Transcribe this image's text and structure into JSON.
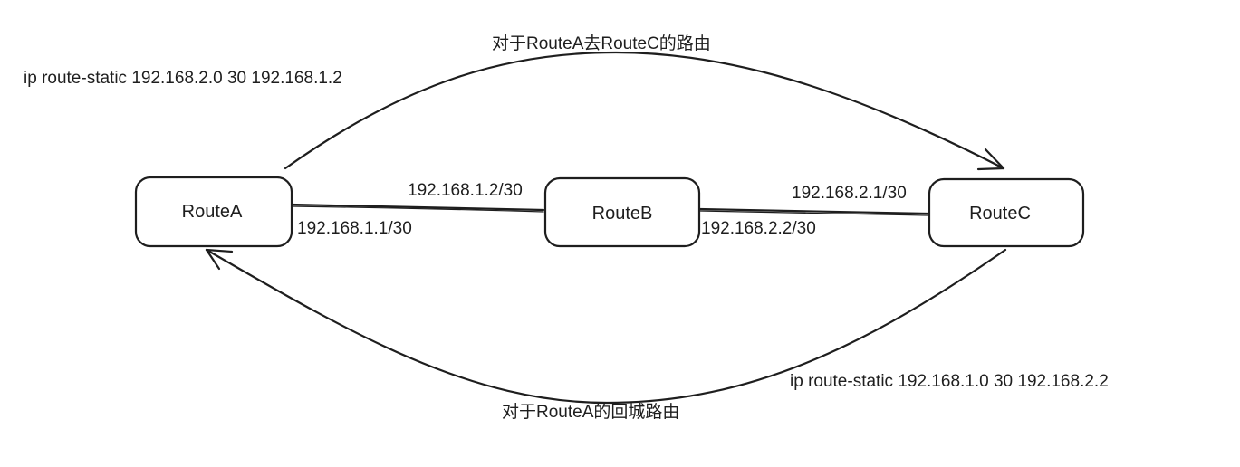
{
  "nodes": [
    {
      "id": "route-a",
      "label": "RouteA"
    },
    {
      "id": "route-b",
      "label": "RouteB"
    },
    {
      "id": "route-c",
      "label": "RouteC"
    }
  ],
  "links": {
    "a_b": {
      "a_side_ip": "192.168.1.1/30",
      "b_side_ip": "192.168.1.2/30"
    },
    "b_c": {
      "b_side_ip": "192.168.2.2/30",
      "c_side_ip": "192.168.2.1/30"
    }
  },
  "routes": {
    "forward": {
      "caption": "对于RouteA去RouteC的路由",
      "command": "ip route-static 192.168.2.0 30 192.168.1.2"
    },
    "return": {
      "caption": "对于RouteA的回城路由",
      "command": "ip route-static 192.168.1.0 30 192.168.2.2"
    }
  },
  "colors": {
    "stroke": "#1e1e1e",
    "background": "#ffffff"
  }
}
